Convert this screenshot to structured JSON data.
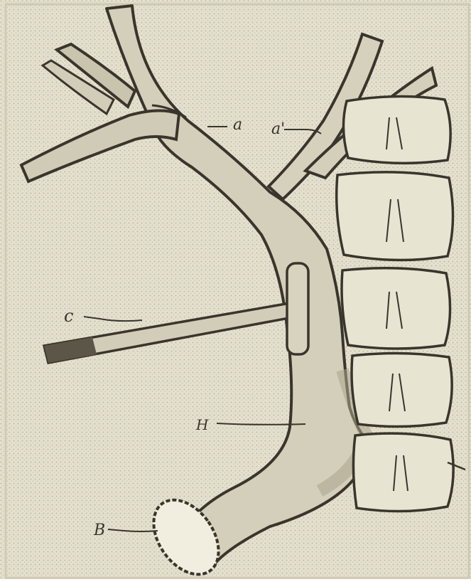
{
  "figure": {
    "labels": {
      "a": "a",
      "a_prime": "a'",
      "c": "c",
      "h": "H",
      "b": "B"
    },
    "colors": {
      "paper": "#e4e0ce",
      "ink": "#3a352c",
      "vessel_fill": "#cdc8b3",
      "vertebra_fill": "#e8e4d2"
    }
  }
}
